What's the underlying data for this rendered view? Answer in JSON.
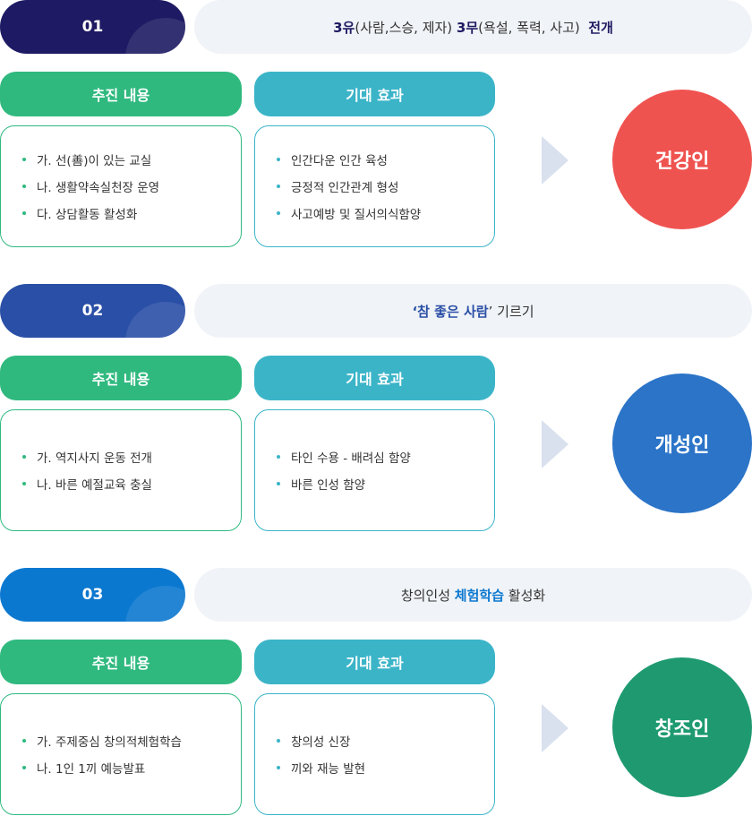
{
  "sections": [
    {
      "number": "01",
      "color": "#1e1a63",
      "accent": "#1e1a63",
      "circle_color": "#ef5350",
      "title": [
        {
          "t": "3유",
          "b": true
        },
        {
          "t": "(사람,스승, 제자) ",
          "b": false
        },
        {
          "t": "3무",
          "b": true
        },
        {
          "t": "(욕설, 폭력, 사고)  ",
          "b": false
        },
        {
          "t": "전개",
          "b": true
        }
      ],
      "label_a": "추진 내용",
      "label_b": "기대 효과",
      "items_a": [
        "가. 선(善)이 있는 교실",
        "나. 생활약속실천장 운영",
        "다. 상담활동 활성화"
      ],
      "items_b": [
        "인간다운 인간 육성",
        "긍정적 인간관계 형성",
        "사고예방 및 질서의식함양"
      ],
      "result": "건강인"
    },
    {
      "number": "02",
      "color": "#2a4fa6",
      "accent": "#2a4fa6",
      "circle_color": "#2b74c8",
      "title": [
        {
          "t": "‘참 좋은 사람",
          "b": true
        },
        {
          "t": "’ 기르기",
          "b": false
        }
      ],
      "label_a": "추진 내용",
      "label_b": "기대 효과",
      "items_a": [
        "가. 역지사지 운동 전개",
        "나. 바른 예절교육 충실"
      ],
      "items_b": [
        "타인 수용 - 배려심 함양",
        "바른 인성 함양"
      ],
      "result": "개성인"
    },
    {
      "number": "03",
      "color": "#0b78d0",
      "accent": "#0b78d0",
      "circle_color": "#1f9a70",
      "title": [
        {
          "t": "창의인성 ",
          "b": false
        },
        {
          "t": "체험학습",
          "b": true
        },
        {
          "t": " 활성화",
          "b": false
        }
      ],
      "label_a": "추진 내용",
      "label_b": "기대 효과",
      "items_a": [
        "가. 주제중심 창의적체험학습",
        "나. 1인 1끼 예능발표"
      ],
      "items_b": [
        "창의성 신장",
        "끼와 재능 발현"
      ],
      "result": "창조인"
    }
  ]
}
